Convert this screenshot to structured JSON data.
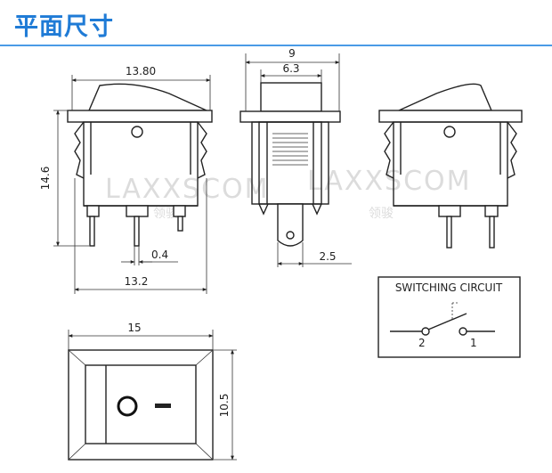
{
  "title": "平面尺寸",
  "colors": {
    "title": "#1f7bd6",
    "underline": "#4a9be6",
    "line": "#222222"
  },
  "watermark": {
    "brand": "LAXXSCOM",
    "cn": "领骏"
  },
  "dimensions": {
    "top_width": "13.80",
    "height": "14.6",
    "pin_width": "0.4",
    "base_width": "13.2",
    "side_width": "9",
    "side_inner": "6.3",
    "pin_offset": "2.5",
    "panel_width": "15",
    "panel_height": "10.5"
  },
  "circuit": {
    "title": "SWITCHING CIRCUIT",
    "terminal_left": "2",
    "terminal_right": "1"
  },
  "rocker_symbols": {
    "off": "O",
    "on": "—"
  }
}
